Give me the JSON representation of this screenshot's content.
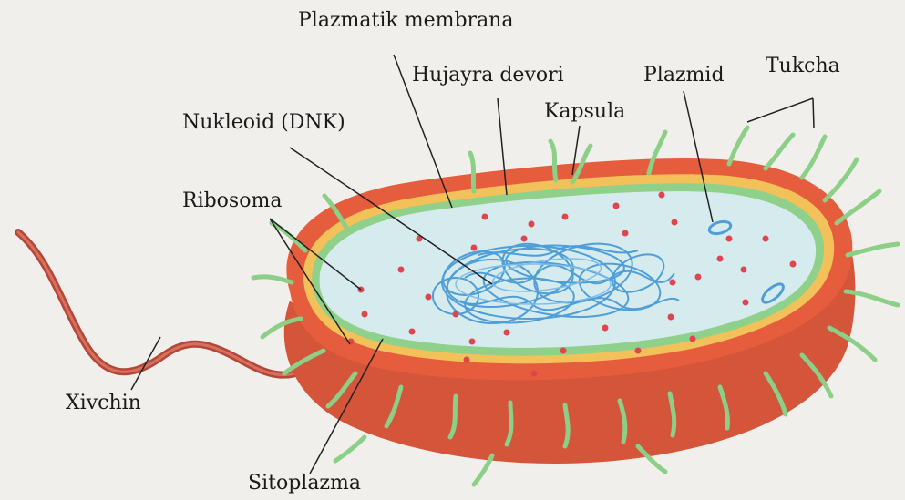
{
  "labels": {
    "plasma_membrane": "Plazmatik membrana",
    "cell_wall": "Hujayra devori",
    "plasmid": "Plazmid",
    "pili": "Tukcha",
    "capsule": "Kapsula",
    "nucleoid": "Nukleoid (DNK)",
    "ribosome": "Ribosoma",
    "flagellum": "Xivchin",
    "cytoplasm": "Sitoplazma"
  },
  "colors": {
    "background": "#f1efec",
    "capsule_outer": "#e45a3c",
    "capsule_body": "#d8563a",
    "cell_wall": "#f2c15a",
    "membrane": "#8fd08a",
    "cytoplasm": "#d6ebee",
    "nucleoid": "#4f9ed8",
    "ribosome": "#e0444f",
    "pili": "#8ccf86",
    "flagellum": "#b5473a",
    "leader_line": "#222222"
  }
}
